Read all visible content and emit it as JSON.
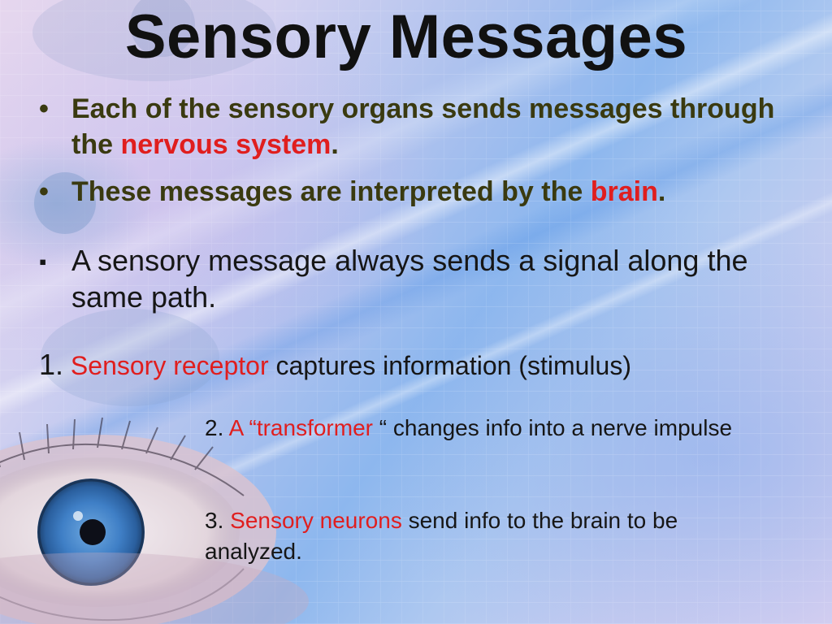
{
  "slide": {
    "title": "Sensory Messages",
    "bullets": [
      {
        "marker": "•",
        "part1": "Each of the sensory organs sends messages through the ",
        "highlight": "nervous system",
        "part2": "."
      },
      {
        "marker": "•",
        "part1": "These messages are interpreted by the ",
        "highlight": "brain",
        "part2": "."
      },
      {
        "marker": "▪",
        "text": "A sensory message always sends a signal along the same path."
      }
    ],
    "steps": [
      {
        "number": "1.",
        "highlight": "Sensory receptor",
        "text": " captures information (stimulus)"
      },
      {
        "number": "2.",
        "highlight": "A “transformer",
        "text": " “ changes info into a nerve impulse"
      },
      {
        "number": "3.",
        "highlight": "Sensory neurons",
        "text": " send info to the brain to be analyzed."
      }
    ]
  },
  "colors": {
    "highlight": "#e01e1e",
    "bullet_text": "#3a3a10",
    "body_text": "#161616",
    "title": "#111111"
  },
  "background": {
    "image": "eye-closeup",
    "theme": "pastel-blue-lavender"
  }
}
